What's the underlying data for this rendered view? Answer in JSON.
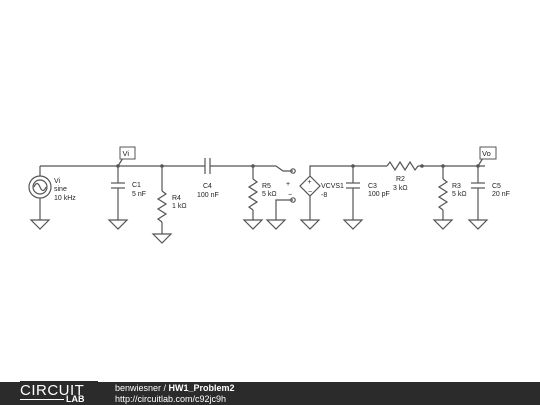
{
  "components": {
    "vi_source": {
      "name": "Vi",
      "type": "sine",
      "freq": "10 kHz"
    },
    "c1": {
      "name": "C1",
      "value": "5 nF"
    },
    "r4": {
      "name": "R4",
      "value": "1 kΩ"
    },
    "c4": {
      "name": "C4",
      "value": "100 nF"
    },
    "r5": {
      "name": "R5",
      "value": "5 kΩ"
    },
    "vcvs": {
      "name": "VCVS1",
      "gain": "-8",
      "plus": "+",
      "minus": "−"
    },
    "c3": {
      "name": "C3",
      "value": "100 pF"
    },
    "r2": {
      "name": "R2",
      "value": "3 kΩ"
    },
    "r3": {
      "name": "R3",
      "value": "5 kΩ"
    },
    "c5": {
      "name": "C5",
      "value": "20 nF"
    }
  },
  "probes": {
    "vi": "Vi",
    "vo": "Vo"
  },
  "footer": {
    "logo_top": "CIRCUIT",
    "logo_bottom": "LAB",
    "author": "benwiesner",
    "separator": " / ",
    "title": "HW1_Problem2",
    "url": "http://circuitlab.com/c92jc9h"
  }
}
